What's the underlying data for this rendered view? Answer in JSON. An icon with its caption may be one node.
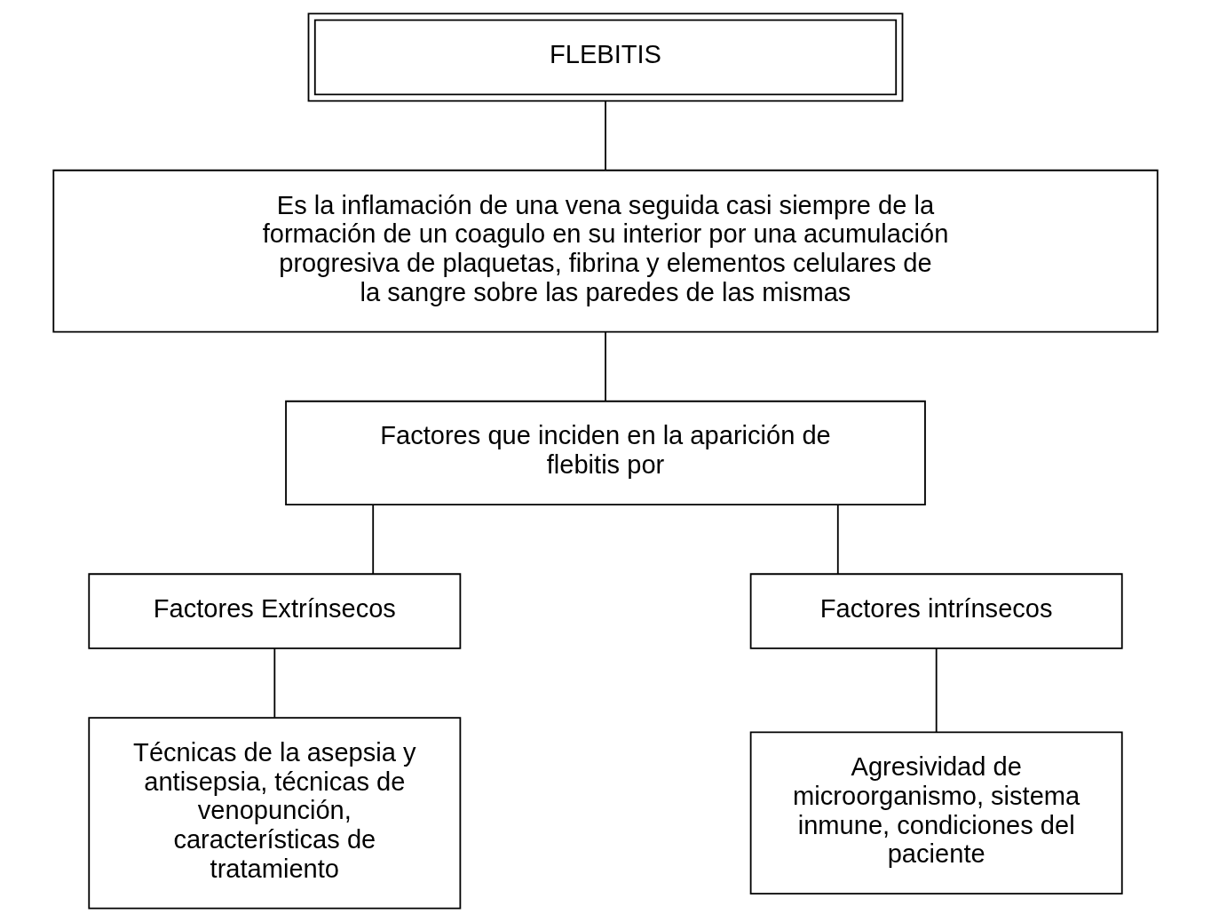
{
  "diagram": {
    "nodes": [
      {
        "text": [
          "FLEBITIS"
        ]
      },
      {
        "text": [
          "Es la inflamación de una vena seguida casi siempre de la formación de un coagulo en su interior por una acumulación progresiva de plaquetas, fibrina y elementos celulares de la sangre sobre las paredes de las mismas"
        ]
      },
      {
        "text": [
          "Factores que inciden en la aparición de flebitis por"
        ]
      },
      {
        "text": [
          "Factores Extrínsecos"
        ]
      },
      {
        "text": [
          "Factores intrínsecos"
        ]
      },
      {
        "text": [
          "Técnicas de la asepsia y antisepsia, técnicas de venopunción, características de tratamiento"
        ]
      },
      {
        "text": [
          "Agresividad de microorganismo, sistema inmune, condiciones del paciente"
        ]
      }
    ],
    "edges": [
      {
        "from": 0,
        "to": 1,
        "arrow": "none"
      },
      {
        "from": 1,
        "to": 2,
        "arrow": "none"
      },
      {
        "from": 2,
        "to": 3,
        "arrow": "none"
      },
      {
        "from": 2,
        "to": 4,
        "arrow": "none"
      },
      {
        "from": 3,
        "to": 5,
        "arrow": "none"
      },
      {
        "from": 4,
        "to": 6,
        "arrow": "none"
      }
    ]
  }
}
